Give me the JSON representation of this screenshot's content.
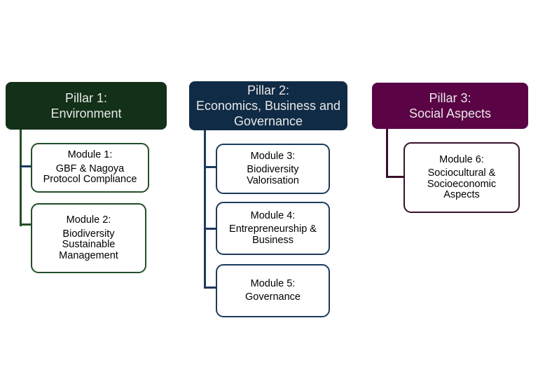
{
  "colors": {
    "background": "#FFFFFF",
    "pillar_text": "#E8E8E8",
    "module_fill": "#FFFFFF",
    "module_text": "#000000",
    "pillar1_fill": "#133018",
    "pillar1_line": "#234F28",
    "pillar2_fill": "#102B45",
    "pillar2_line": "#1C3A5E",
    "pillar3_fill": "#5A0345",
    "pillar3_line": "#38102C",
    "module1_stub_line": "#1C3A5E"
  },
  "diagram": {
    "pillars": [
      {
        "label_lines": [
          "Pillar 1:",
          "Environment"
        ],
        "fill": "#133018",
        "line_color": "#234F28",
        "modules": [
          {
            "title": "Module 1:",
            "lines": [
              "GBF & Nagoya",
              "Protocol Compliance"
            ]
          },
          {
            "title": "Module 2:",
            "lines": [
              "Biodiversity",
              "Sustainable",
              "Management"
            ]
          }
        ]
      },
      {
        "label_lines": [
          "Pillar 2:",
          "Economics, Business and",
          "Governance"
        ],
        "fill": "#102B45",
        "line_color": "#1C3A5E",
        "modules": [
          {
            "title": "Module 3:",
            "lines": [
              "Biodiversity",
              "Valorisation"
            ]
          },
          {
            "title": "Module 4:",
            "lines": [
              "Entrepreneurship &",
              "Business"
            ]
          },
          {
            "title": "Module 5:",
            "lines": [
              "Governance"
            ]
          }
        ]
      },
      {
        "label_lines": [
          "Pillar 3:",
          "Social Aspects"
        ],
        "fill": "#5A0345",
        "line_color": "#38102C",
        "modules": [
          {
            "title": "Module 6:",
            "lines": [
              "Sociocultural &",
              "Socioeconomic",
              "Aspects"
            ]
          }
        ]
      }
    ]
  }
}
